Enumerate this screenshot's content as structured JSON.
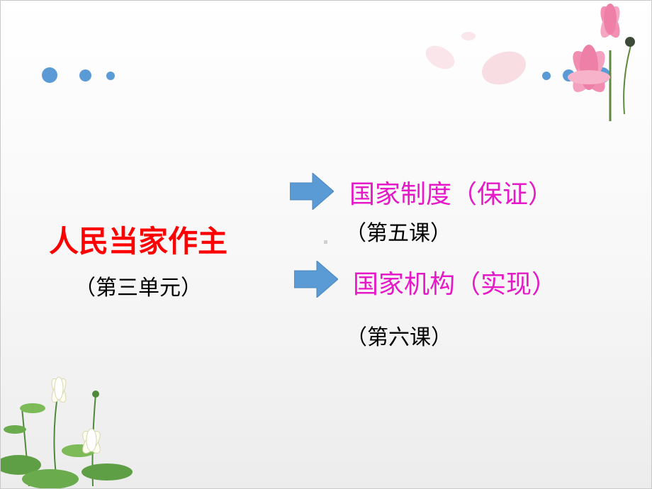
{
  "main": {
    "title": "人民当家作主",
    "subtitle": "（第三单元）"
  },
  "branches": [
    {
      "title": "国家制度（保证）",
      "subtitle": "（第五课）"
    },
    {
      "title": "国家机构（实现）",
      "subtitle": "（第六课）"
    }
  ],
  "colors": {
    "main_title": "#ff0000",
    "branch_title": "#e619c8",
    "arrow": "#5b9bd5",
    "dots": "#5b9bd5"
  },
  "icons": [
    "right-arrow-icon",
    "lotus-flower-icon",
    "lily-pad-icon"
  ]
}
